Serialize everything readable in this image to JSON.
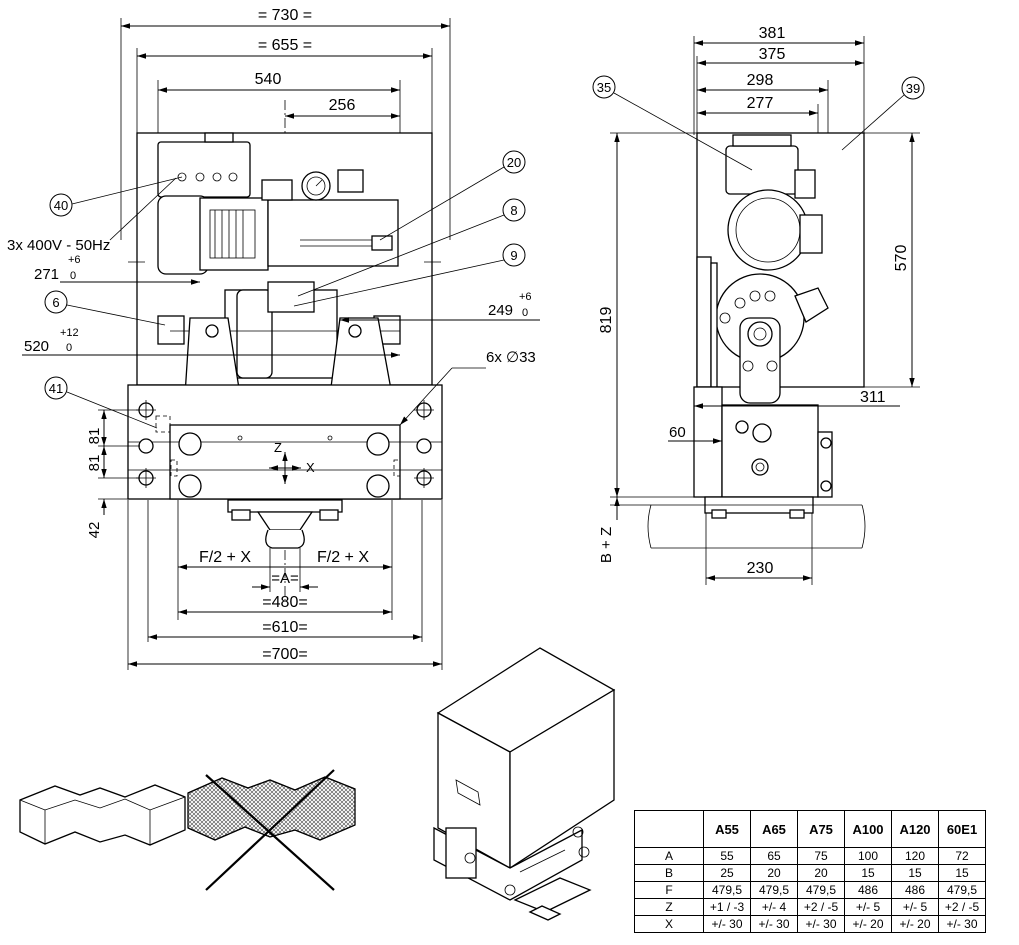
{
  "front_view": {
    "dims": {
      "overall_width": "= 730 =",
      "inner_width": "= 655 =",
      "width_540": "540",
      "offset_256": "256",
      "rail_480": "=480=",
      "rail_610": "=610=",
      "base_700": "=700=",
      "gauge_a": "=A=",
      "f2x_left": "F/2 + X",
      "f2x_right": "F/2 + X",
      "h271": "271",
      "h271_tol_upper": "+6",
      "h271_tol_lower": "0",
      "h249": "249",
      "h249_tol_upper": "+6",
      "h249_tol_lower": "0",
      "h520": "520",
      "h520_tol_upper": "+12",
      "h520_tol_lower": "0",
      "hole_spacing_1": "81",
      "hole_spacing_2": "81",
      "bottom_42": "42",
      "holes": "6x ∅33"
    },
    "power_label": "3x 400V - 50Hz",
    "axis_z": "Z",
    "axis_x": "X"
  },
  "side_view": {
    "dims": {
      "w381": "381",
      "w375": "375",
      "w298": "298",
      "w277": "277",
      "height_819": "819",
      "height_570": "570",
      "d311": "311",
      "d60": "60",
      "d230": "230",
      "bz": "B + Z"
    }
  },
  "balloons": {
    "b40": "40",
    "b6": "6",
    "b41": "41",
    "b20": "20",
    "b8": "8",
    "b9": "9",
    "b35": "35",
    "b39": "39"
  },
  "spec_table": {
    "columns": [
      "A55",
      "A65",
      "A75",
      "A100",
      "A120",
      "60E1"
    ],
    "rows": [
      {
        "label": "A",
        "values": [
          "55",
          "65",
          "75",
          "100",
          "120",
          "72"
        ]
      },
      {
        "label": "B",
        "values": [
          "25",
          "20",
          "20",
          "15",
          "15",
          "15"
        ]
      },
      {
        "label": "F",
        "values": [
          "479,5",
          "479,5",
          "479,5",
          "486",
          "486",
          "479,5"
        ]
      },
      {
        "label": "Z",
        "values": [
          "+1 / -3",
          "+/- 4",
          "+2 / -5",
          "+/- 5",
          "+/- 5",
          "+2 / -5"
        ]
      },
      {
        "label": "X",
        "values": [
          "+/- 30",
          "+/- 30",
          "+/- 30",
          "+/- 20",
          "+/- 20",
          "+/- 30"
        ]
      }
    ]
  }
}
